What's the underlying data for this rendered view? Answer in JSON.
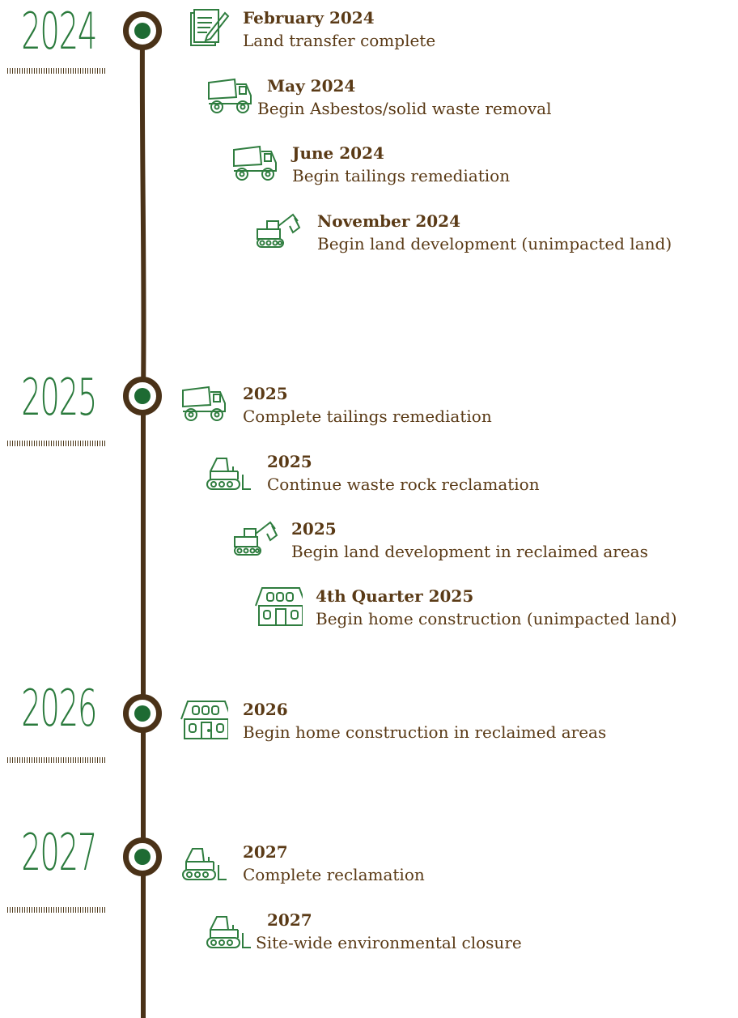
{
  "years": [
    {
      "label": "2024"
    },
    {
      "label": "2025"
    },
    {
      "label": "2026"
    },
    {
      "label": "2027"
    }
  ],
  "events": [
    {
      "date": "February 2024",
      "text": "Land transfer complete",
      "icon": "document-pen-icon"
    },
    {
      "date": "May 2024",
      "text": "Begin Asbestos/solid waste removal",
      "icon": "dump-truck-icon"
    },
    {
      "date": "June 2024",
      "text": "Begin tailings remediation",
      "icon": "dump-truck-icon"
    },
    {
      "date": "November 2024",
      "text": "Begin land development (unimpacted land)",
      "icon": "excavator-icon"
    },
    {
      "date": "2025",
      "text": "Complete tailings remediation",
      "icon": "dump-truck-icon"
    },
    {
      "date": "2025",
      "text": "Continue waste rock reclamation",
      "icon": "bulldozer-icon"
    },
    {
      "date": "2025",
      "text": "Begin land development in reclaimed areas",
      "icon": "excavator-icon"
    },
    {
      "date": "4th Quarter 2025",
      "text": "Begin home construction (unimpacted land)",
      "icon": "house-icon"
    },
    {
      "date": "2026",
      "text": "Begin home construction in reclaimed areas",
      "icon": "house-icon"
    },
    {
      "date": "2027",
      "text": "Complete reclamation",
      "icon": "bulldozer-icon"
    },
    {
      "date": "2027",
      "text": "Site-wide environmental closure",
      "icon": "bulldozer-icon"
    }
  ],
  "colors": {
    "year_green": "#2a7a3c",
    "node_dot_green": "#1e6b33",
    "spine_brown": "#4a3218",
    "text_brown": "#5a3a16",
    "icon_green": "#2f7d3f"
  }
}
